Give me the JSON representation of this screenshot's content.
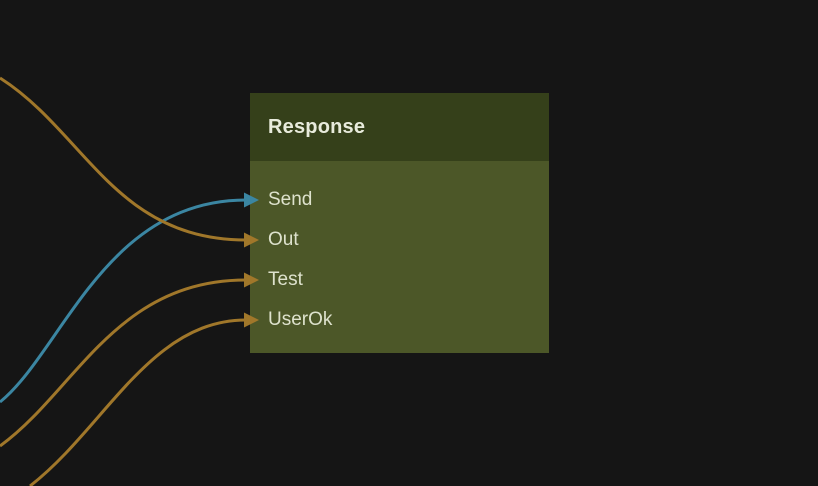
{
  "canvas": {
    "background": "#151515"
  },
  "node": {
    "title": "Response",
    "header_color": "#35401a",
    "body_color": "#4c5728",
    "title_color": "#e8ebdc",
    "label_color": "#dee2cd",
    "ports": [
      {
        "name": "Send",
        "direction": "input",
        "color": "#3b86a2"
      },
      {
        "name": "Out",
        "direction": "input",
        "color": "#a0772a"
      },
      {
        "name": "Test",
        "direction": "input",
        "color": "#a0772a"
      },
      {
        "name": "UserOk",
        "direction": "input",
        "color": "#a0772a"
      }
    ]
  },
  "edges": [
    {
      "target_port": "Send",
      "color": "#3b86a2"
    },
    {
      "target_port": "Out",
      "color": "#a0772a"
    },
    {
      "target_port": "Test",
      "color": "#a0772a"
    },
    {
      "target_port": "UserOk",
      "color": "#a0772a"
    }
  ]
}
